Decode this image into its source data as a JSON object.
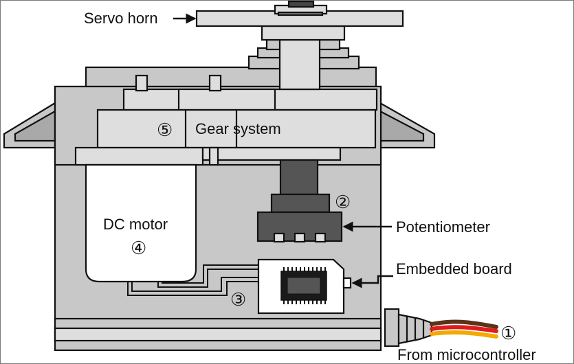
{
  "labels": {
    "servo_horn": "Servo horn",
    "gear_system": "Gear system",
    "dc_motor": "DC motor",
    "potentiometer": "Potentiometer",
    "embedded_board": "Embedded board",
    "from_microcontroller": "From microcontroller"
  },
  "markers": {
    "m1": "①",
    "m2": "②",
    "m3": "③",
    "m4": "④",
    "m5": "⑤"
  },
  "colors": {
    "body": "#c8c8c8",
    "light": "#dedede",
    "dark": "#555555",
    "outline": "#111111",
    "wire_red": "#e01b1b",
    "wire_orange": "#f4a900",
    "wire_brown": "#5a3418"
  }
}
